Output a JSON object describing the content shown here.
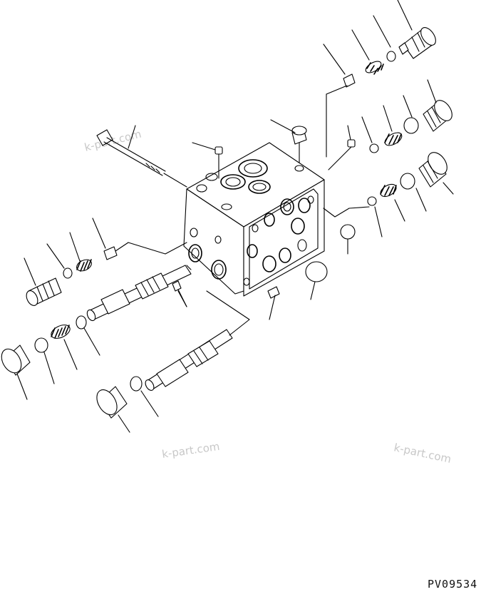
{
  "drawing_code": "PV09534",
  "watermarks": [
    "k-part.com",
    "k-part.com",
    "k-part.com"
  ]
}
